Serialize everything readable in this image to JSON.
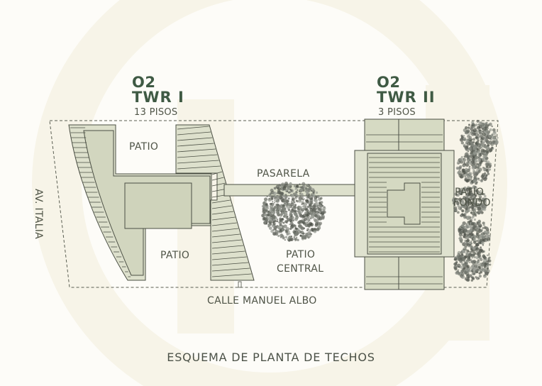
{
  "towers": [
    {
      "code": "O2",
      "name": "TWR I",
      "floors": "13 PISOS"
    },
    {
      "code": "O2",
      "name": "TWR II",
      "floors": "3 PISOS"
    }
  ],
  "labels": {
    "patio_top": "PATIO",
    "patio_bottom": "PATIO",
    "pasarela": "PASARELA",
    "patio_central_1": "PATIO",
    "patio_central_2": "CENTRAL",
    "patio_fondo_1": "PATIO",
    "patio_fondo_2": "FONDO",
    "av_italia": "AV. ITALIA",
    "calle": "CALLE MANUEL ALBO"
  },
  "caption": "ESQUEMA DE PLANTA DE TECHOS",
  "colors": {
    "background": "#fdfcf8",
    "roof_fill": "#d9ddc8",
    "roof_fill_light": "#e2e5d3",
    "stroke": "#4b4f44",
    "title": "#3f5a44",
    "watermark": "#f6f3e5"
  }
}
